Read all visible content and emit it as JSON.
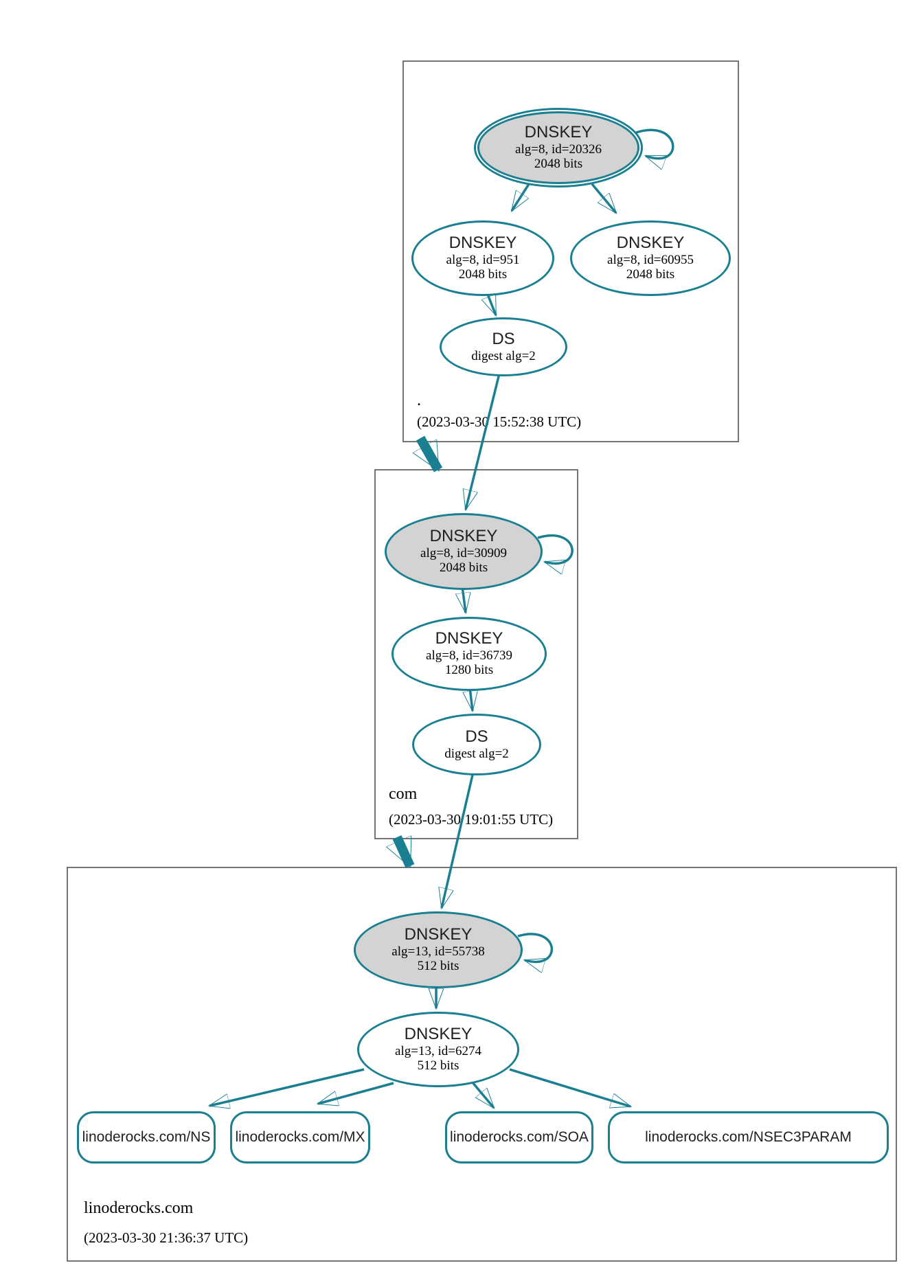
{
  "diagram": {
    "type": "dnssec-authentication-chain",
    "colors": {
      "edge": "#1b7f92",
      "ksk_fill": "#d3d3d3",
      "zone_box_border": "#747474"
    },
    "zones": {
      "root": {
        "label": ".",
        "timestamp": "(2023-03-30 15:52:38 UTC)",
        "nodes": {
          "ksk": {
            "type": "DNSKEY",
            "detail1": "alg=8, id=20326",
            "detail2": "2048 bits"
          },
          "zsk1": {
            "type": "DNSKEY",
            "detail1": "alg=8, id=951",
            "detail2": "2048 bits"
          },
          "zsk2": {
            "type": "DNSKEY",
            "detail1": "alg=8, id=60955",
            "detail2": "2048 bits"
          },
          "ds": {
            "type": "DS",
            "detail1": "digest alg=2"
          }
        }
      },
      "com": {
        "label": "com",
        "timestamp": "(2023-03-30 19:01:55 UTC)",
        "nodes": {
          "ksk": {
            "type": "DNSKEY",
            "detail1": "alg=8, id=30909",
            "detail2": "2048 bits"
          },
          "zsk": {
            "type": "DNSKEY",
            "detail1": "alg=8, id=36739",
            "detail2": "1280 bits"
          },
          "ds": {
            "type": "DS",
            "detail1": "digest alg=2"
          }
        }
      },
      "linoderocks": {
        "label": "linoderocks.com",
        "timestamp": "(2023-03-30 21:36:37 UTC)",
        "nodes": {
          "ksk": {
            "type": "DNSKEY",
            "detail1": "alg=13, id=55738",
            "detail2": "512 bits"
          },
          "zsk": {
            "type": "DNSKEY",
            "detail1": "alg=13, id=6274",
            "detail2": "512 bits"
          }
        },
        "rrsets": [
          {
            "label": "linoderocks.com/NS"
          },
          {
            "label": "linoderocks.com/MX"
          },
          {
            "label": "linoderocks.com/SOA"
          },
          {
            "label": "linoderocks.com/NSEC3PARAM"
          }
        ]
      }
    }
  }
}
